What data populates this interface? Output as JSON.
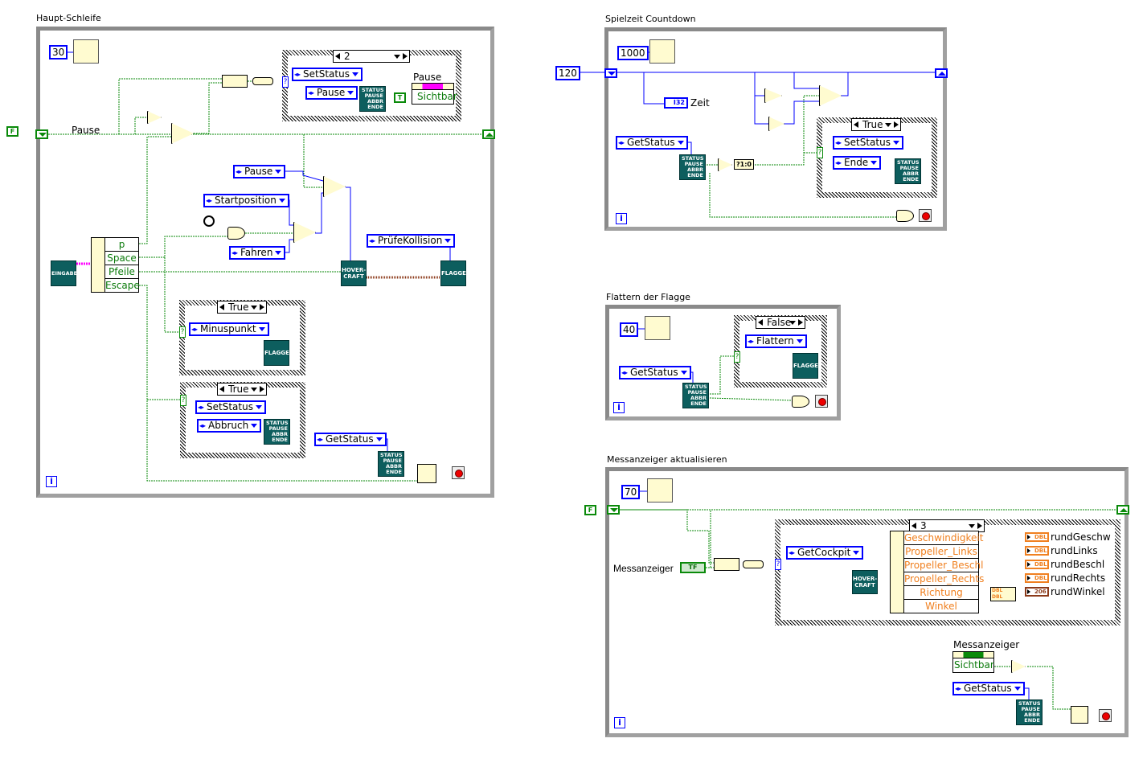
{
  "status_node": [
    "STATUS",
    "PAUSE",
    "ABBR",
    "ENDE"
  ],
  "hovercraft": [
    "HOVER-",
    "CRAFT"
  ],
  "flagge": "FLAGGE",
  "loop_index": "i",
  "main_loop": {
    "title": "Haupt-Schleife",
    "wait_ms": "30",
    "init_const": "F",
    "pause_wire_label": "Pause",
    "case_pause": {
      "selector": "2",
      "method": "SetStatus",
      "value": "Pause",
      "bool_const": "T",
      "indicator_label": "Pause",
      "property": "Sichtbar"
    },
    "enum_pause": "Pause",
    "enum_startposition": "Startposition",
    "enum_fahren": "Fahren",
    "enum_pruefe": "PrüfeKollision",
    "eingabe": "EINGABE",
    "unbundle": [
      "p",
      "Space",
      "Pfeile",
      "Escape"
    ],
    "case_minus": {
      "selector": "True",
      "method": "Minuspunkt"
    },
    "case_abbruch": {
      "selector": "True",
      "method": "SetStatus",
      "value": "Abbruch"
    },
    "get_status": "GetStatus",
    "case_term": "?"
  },
  "countdown_loop": {
    "title": "Spielzeit Countdown",
    "wait_ms": "1000",
    "init_const": "120",
    "i32_label": "I32",
    "zeit_label": "Zeit",
    "get_status": "GetStatus",
    "select_label": "?1:0",
    "case_ende": {
      "selector": "True",
      "method": "SetStatus",
      "value": "Ende"
    }
  },
  "flag_loop": {
    "title": "Flattern der Flagge",
    "wait_ms": "40",
    "case_flattern": {
      "selector": "False",
      "method": "Flattern"
    },
    "get_status": "GetStatus"
  },
  "gauge_loop": {
    "title": "Messanzeiger aktualisieren",
    "wait_ms": "70",
    "init_const": "F",
    "control_label": "Messanzeiger",
    "control_value": "TF",
    "case_cockpit": {
      "selector": "3",
      "method": "GetCockpit",
      "unbundle": [
        "Geschwindigkeit",
        "Propeller_Links",
        "Propeller_Beschl",
        "Propeller_Rechts",
        "Richtung",
        "Winkel"
      ],
      "dbl": "DBL",
      "cluster_type": "206",
      "outputs": [
        "rundGeschw",
        "rundLinks",
        "rundBeschl",
        "rundRechts",
        "rundWinkel"
      ]
    },
    "prop_label": "Messanzeiger",
    "property": "Sichtbar",
    "get_status": "GetStatus"
  },
  "colors": {
    "refnum_wire": "#0000ff",
    "bool_wire": "#0a8a0a",
    "class_wire": "#8b3a1a",
    "dbl_wire": "#f08020",
    "class_node": "#0d5e5e"
  }
}
